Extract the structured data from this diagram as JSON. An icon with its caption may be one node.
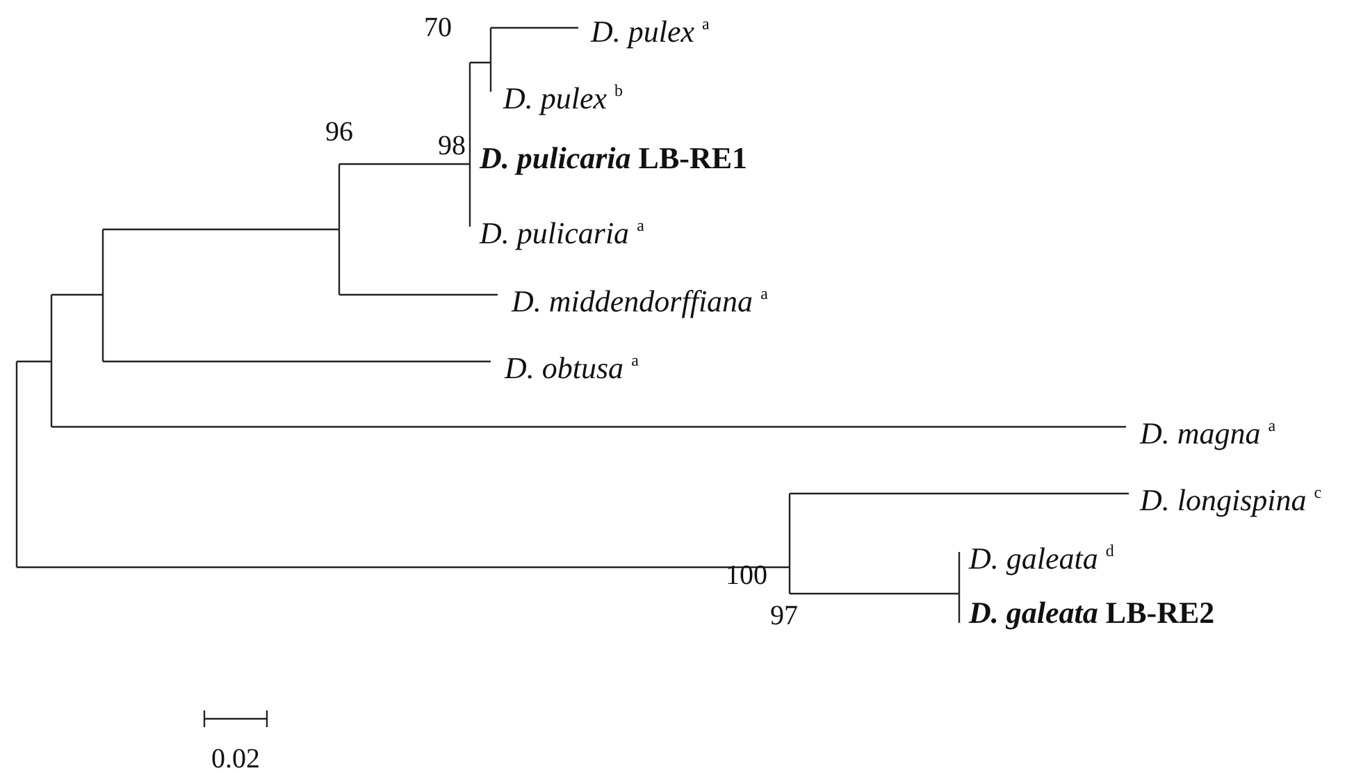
{
  "diagram": {
    "nodes": [
      {
        "text": [
          "*D. pulex* $^{a}$"
        ]
      },
      {
        "text": [
          "*D. pulex* $^{b}$"
        ]
      },
      {
        "text": [
          "*D. pulicaria* **LB-RE1**"
        ]
      },
      {
        "text": [
          "*D. pulicaria* $^{a}$"
        ]
      },
      {
        "text": [
          "*D. middendorffiana* $^{a}$"
        ]
      },
      {
        "text": [
          "*D. obtusa* $^{a}$"
        ]
      },
      {
        "text": [
          "*D. magna* $^{a}$"
        ]
      },
      {
        "text": [
          "*D. longispina* $^{c}$"
        ]
      },
      {
        "text": [
          "*D. galeata* $^{d}$"
        ]
      },
      {
        "text": [
          "*D. galeata* **LB-RE2**"
        ]
      }
    ],
    "labels": [
      "70",
      "98",
      "96",
      "100",
      "97",
      "0.02"
    ]
  }
}
